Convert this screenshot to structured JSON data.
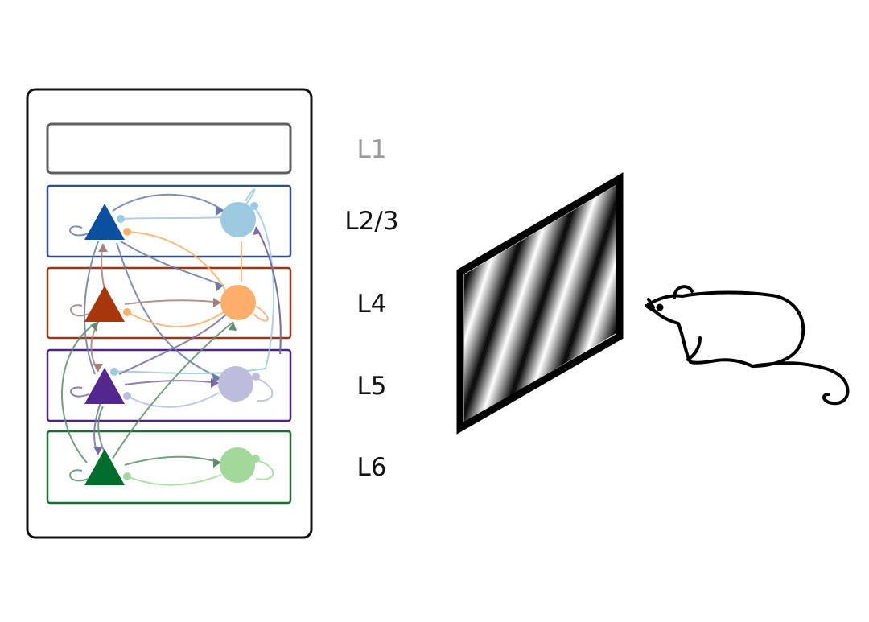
{
  "layers": [
    {
      "key": "l1",
      "label": "L1",
      "color": "#9a9a9a"
    },
    {
      "key": "l23",
      "label": "L2/3",
      "exc_color": "#0b4f9f",
      "inh_color": "#9ecae1",
      "border": "#2f4e93"
    },
    {
      "key": "l4",
      "label": "L4",
      "exc_color": "#a8360b",
      "inh_color": "#fdae6b",
      "border": "#953817"
    },
    {
      "key": "l5",
      "label": "L5",
      "exc_color": "#54278f",
      "inh_color": "#bcbddc",
      "border": "#4b2483"
    },
    {
      "key": "l6",
      "label": "L6",
      "exc_color": "#006d2c",
      "inh_color": "#a1d99b",
      "border": "#1f6a34"
    }
  ],
  "cortex": {
    "layer_box_labels": {
      "l1": "layer-l1-box",
      "l23": "layer-l23-box",
      "l4": "layer-l4-box",
      "l5": "layer-l5-box",
      "l6": "layer-l6-box"
    }
  },
  "stimulus": {
    "type": "drifting grating",
    "stripe_count": 4
  },
  "icons": [
    "excitatory-neuron-icon",
    "inhibitory-neuron-icon",
    "mouse-icon",
    "grating-screen-icon"
  ]
}
